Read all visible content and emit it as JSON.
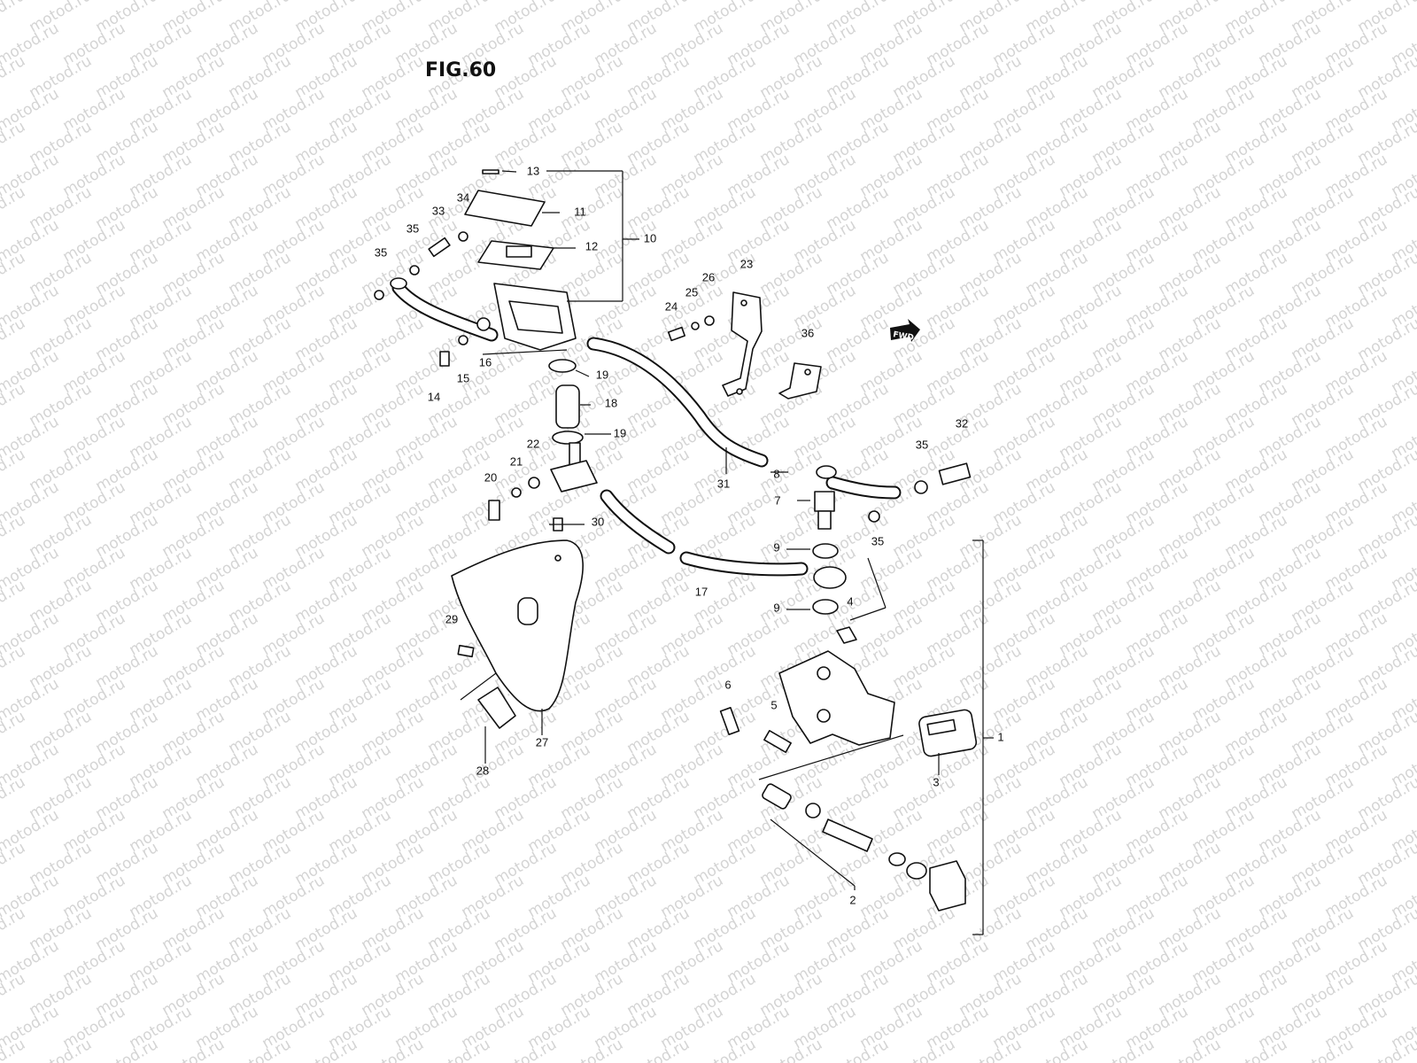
{
  "figure": {
    "title": "FIG.60",
    "fwd_label": "FWD"
  },
  "watermark": {
    "text": "motod.ru"
  },
  "callouts": [
    "1",
    "2",
    "3",
    "4",
    "5",
    "6",
    "7",
    "8",
    "9",
    "9",
    "10",
    "11",
    "12",
    "13",
    "14",
    "15",
    "16",
    "17",
    "18",
    "19",
    "19",
    "20",
    "21",
    "22",
    "23",
    "24",
    "25",
    "26",
    "27",
    "28",
    "29",
    "30",
    "31",
    "32",
    "33",
    "34",
    "35",
    "35",
    "35",
    "35",
    "36"
  ]
}
